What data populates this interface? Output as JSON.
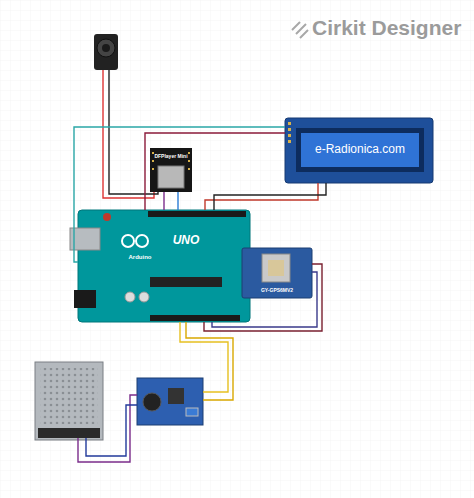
{
  "diagram": {
    "nodes": [
      {
        "text": [
          "e-Radionica.com"
        ]
      },
      {
        "text": [
          "DFPlayer Mini"
        ]
      },
      {
        "text": [
          "Arduino",
          "UNO"
        ]
      },
      {
        "text": [
          "GY-GPS6MV2"
        ]
      }
    ],
    "edges": [
      {
        "from": 2,
        "to": 0,
        "arrow": "none"
      },
      {
        "from": 2,
        "to": 0,
        "arrow": "none"
      },
      {
        "from": 0,
        "to": 2,
        "arrow": "none"
      },
      {
        "from": 0,
        "to": 2,
        "arrow": "none"
      },
      {
        "from": 1,
        "to": 2,
        "arrow": "none"
      },
      {
        "from": 1,
        "to": 2,
        "arrow": "none"
      },
      {
        "from": 3,
        "to": 2,
        "arrow": "none"
      },
      {
        "from": 3,
        "to": 2,
        "arrow": "none"
      }
    ],
    "labels": [
      "Cirkit Designer"
    ]
  }
}
